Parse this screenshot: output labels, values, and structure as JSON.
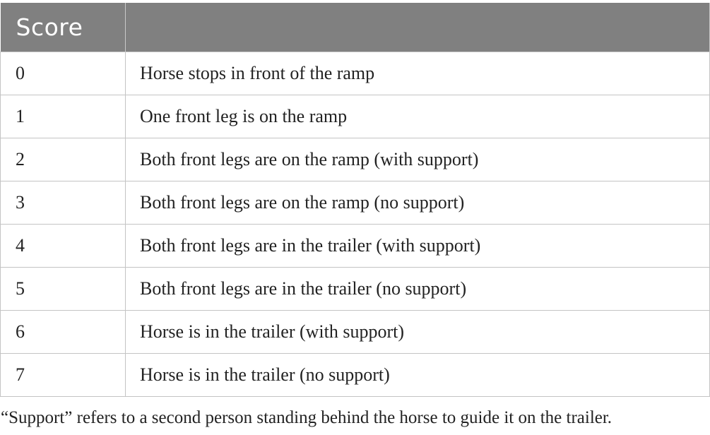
{
  "table": {
    "headers": [
      "Score",
      ""
    ],
    "rows": [
      {
        "score": "0",
        "description": "Horse stops in front of the ramp"
      },
      {
        "score": "1",
        "description": "One front leg is on the ramp"
      },
      {
        "score": "2",
        "description": "Both front legs are on the ramp (with support)"
      },
      {
        "score": "3",
        "description": "Both front legs are on the ramp (no support)"
      },
      {
        "score": "4",
        "description": "Both front legs are in the trailer (with support)"
      },
      {
        "score": "5",
        "description": "Both front legs are in the trailer (no support)"
      },
      {
        "score": "6",
        "description": "Horse is in the trailer (with support)"
      },
      {
        "score": "7",
        "description": "Horse is in the trailer (no support)"
      }
    ]
  },
  "footnote": "“Support” refers to a second person standing behind the horse to guide it on the trailer.",
  "colors": {
    "header_bg": "#808080",
    "header_text": "#ffffff",
    "grid": "#c4c4c4",
    "body_text": "#222222"
  }
}
